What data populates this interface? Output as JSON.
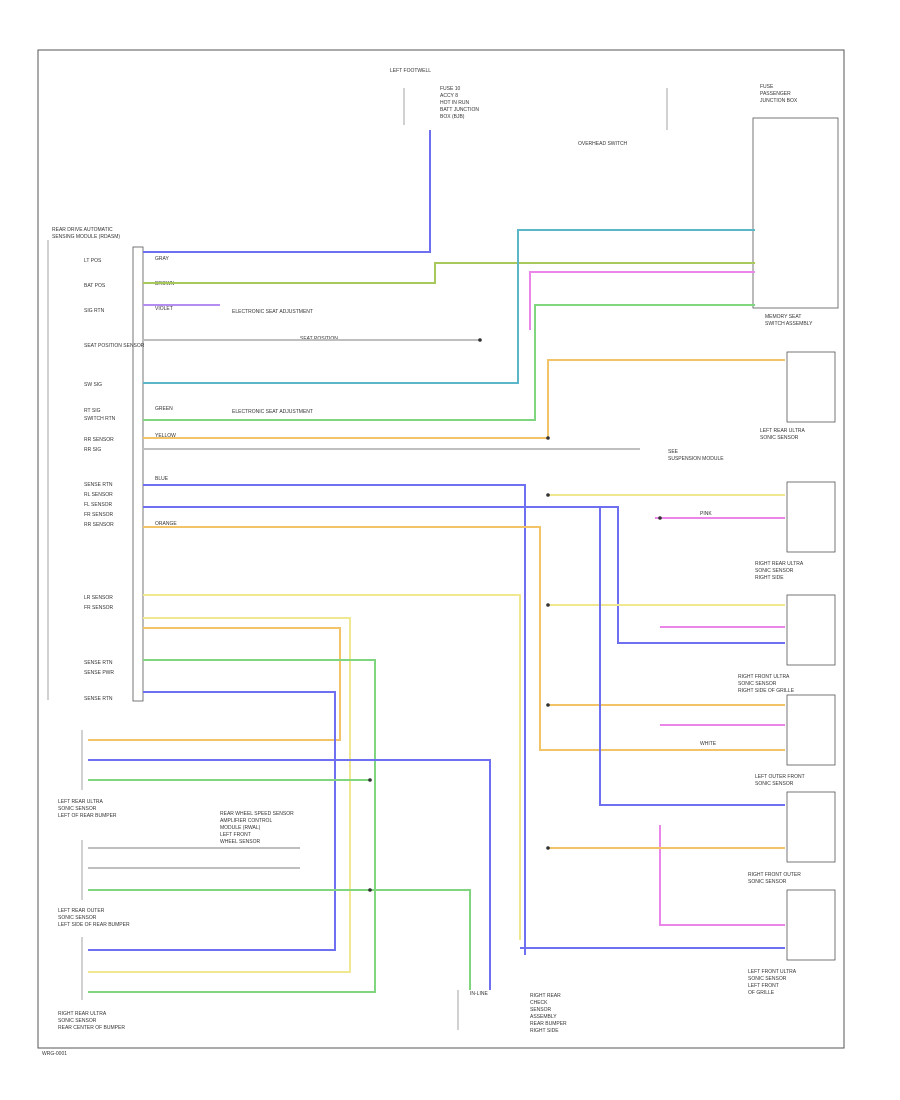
{
  "diagram": {
    "corner_code": "WRG-0001",
    "colors": {
      "blue": "#6f6ff2",
      "green": "#7fd67f",
      "yellow": "#f0e890",
      "orange": "#f3c368",
      "pink": "#ea85ea",
      "violet": "#b38ef0",
      "gray": "#bfbfbf",
      "teal": "#5bb7c7",
      "olive": "#a8c85c"
    },
    "module": {
      "title_lines": [
        "REAR DRIVE AUTOMATIC",
        "SENSING MODULE (RDASM)"
      ],
      "pin_labels": [
        "LT POS",
        "BAT POS",
        "SIG RTN",
        "SEAT POSITION SENSOR",
        "SW SIG",
        "RT SIG",
        "SWITCH RTN",
        "RR SENSOR",
        "RR SIG",
        "SENSE RTN",
        "RL SENSOR",
        "FL SENSOR",
        "FR SENSOR",
        "RR SENSOR",
        "LR SENSOR",
        "FR SENSOR",
        "SENSE RTN",
        "SENSE PWR",
        "SENSE RTN"
      ]
    },
    "top_connector": {
      "title": "LEFT FOOTWELL",
      "lines": [
        "FUSE 10",
        "ACCY 8",
        "HOT IN RUN",
        "BATT JUNCTION",
        "BOX (BJB)"
      ]
    },
    "fuse_panel": {
      "title": "FUSE",
      "lines": [
        "PASSENGER",
        "JUNCTION BOX"
      ],
      "switch_label": "OVERHEAD SWITCH"
    },
    "header_switch": {
      "caption_lines": [
        "MEMORY SEAT",
        "SWITCH ASSEMBLY"
      ]
    },
    "notes": [
      "ELECTRONIC SEAT ADJUSTMENT",
      "SEAT POSITION",
      "ELECTRONIC SEAT ADJUSTMENT",
      "SEE",
      "SUSPENSION MODULE"
    ],
    "shield": {
      "lines": [
        "REAR WHEEL SPEED SENSOR",
        "AMPLIFIER CONTROL",
        "MODULE (RWAL)",
        "LEFT FRONT",
        "WHEEL SENSOR"
      ]
    },
    "sensors": [
      {
        "title_lines": [
          "LEFT REAR ULTRA",
          "SONIC SENSOR"
        ]
      },
      {
        "title_lines": [
          "RIGHT REAR ULTRA",
          "SONIC SENSOR",
          "RIGHT SIDE"
        ]
      },
      {
        "title_lines": [
          "RIGHT FRONT ULTRA",
          "SONIC SENSOR",
          "RIGHT SIDE OF GRILLE"
        ]
      },
      {
        "title_lines": [
          "LEFT OUTER FRONT",
          "SONIC SENSOR"
        ]
      },
      {
        "title_lines": [
          "RIGHT FRONT OUTER",
          "SONIC SENSOR"
        ]
      },
      {
        "title_lines": [
          "LEFT FRONT ULTRA",
          "SONIC SENSOR",
          "LEFT FRONT",
          "OF GRILLE"
        ]
      }
    ],
    "left_sensors": [
      {
        "title_lines": [
          "LEFT REAR ULTRA",
          "SONIC SENSOR",
          "LEFT OF REAR BUMPER"
        ]
      },
      {
        "title_lines": [
          "LEFT REAR OUTER",
          "SONIC SENSOR",
          "LEFT SIDE OF REAR BUMPER"
        ]
      },
      {
        "title_lines": [
          "RIGHT REAR ULTRA",
          "SONIC SENSOR",
          "REAR CENTER OF BUMPER"
        ]
      }
    ],
    "bottom_connector": {
      "title": "IN-LINE",
      "lines": [
        "RIGHT REAR",
        "CHECK",
        "SENSOR",
        "ASSEMBLY",
        "REAR BUMPER",
        "RIGHT SIDE"
      ]
    },
    "wire_labels": [
      "GRAY",
      "BROWN",
      "VIOLET",
      "YELLOW",
      "GREEN",
      "BLUE",
      "ORANGE",
      "PINK",
      "WHITE"
    ]
  }
}
